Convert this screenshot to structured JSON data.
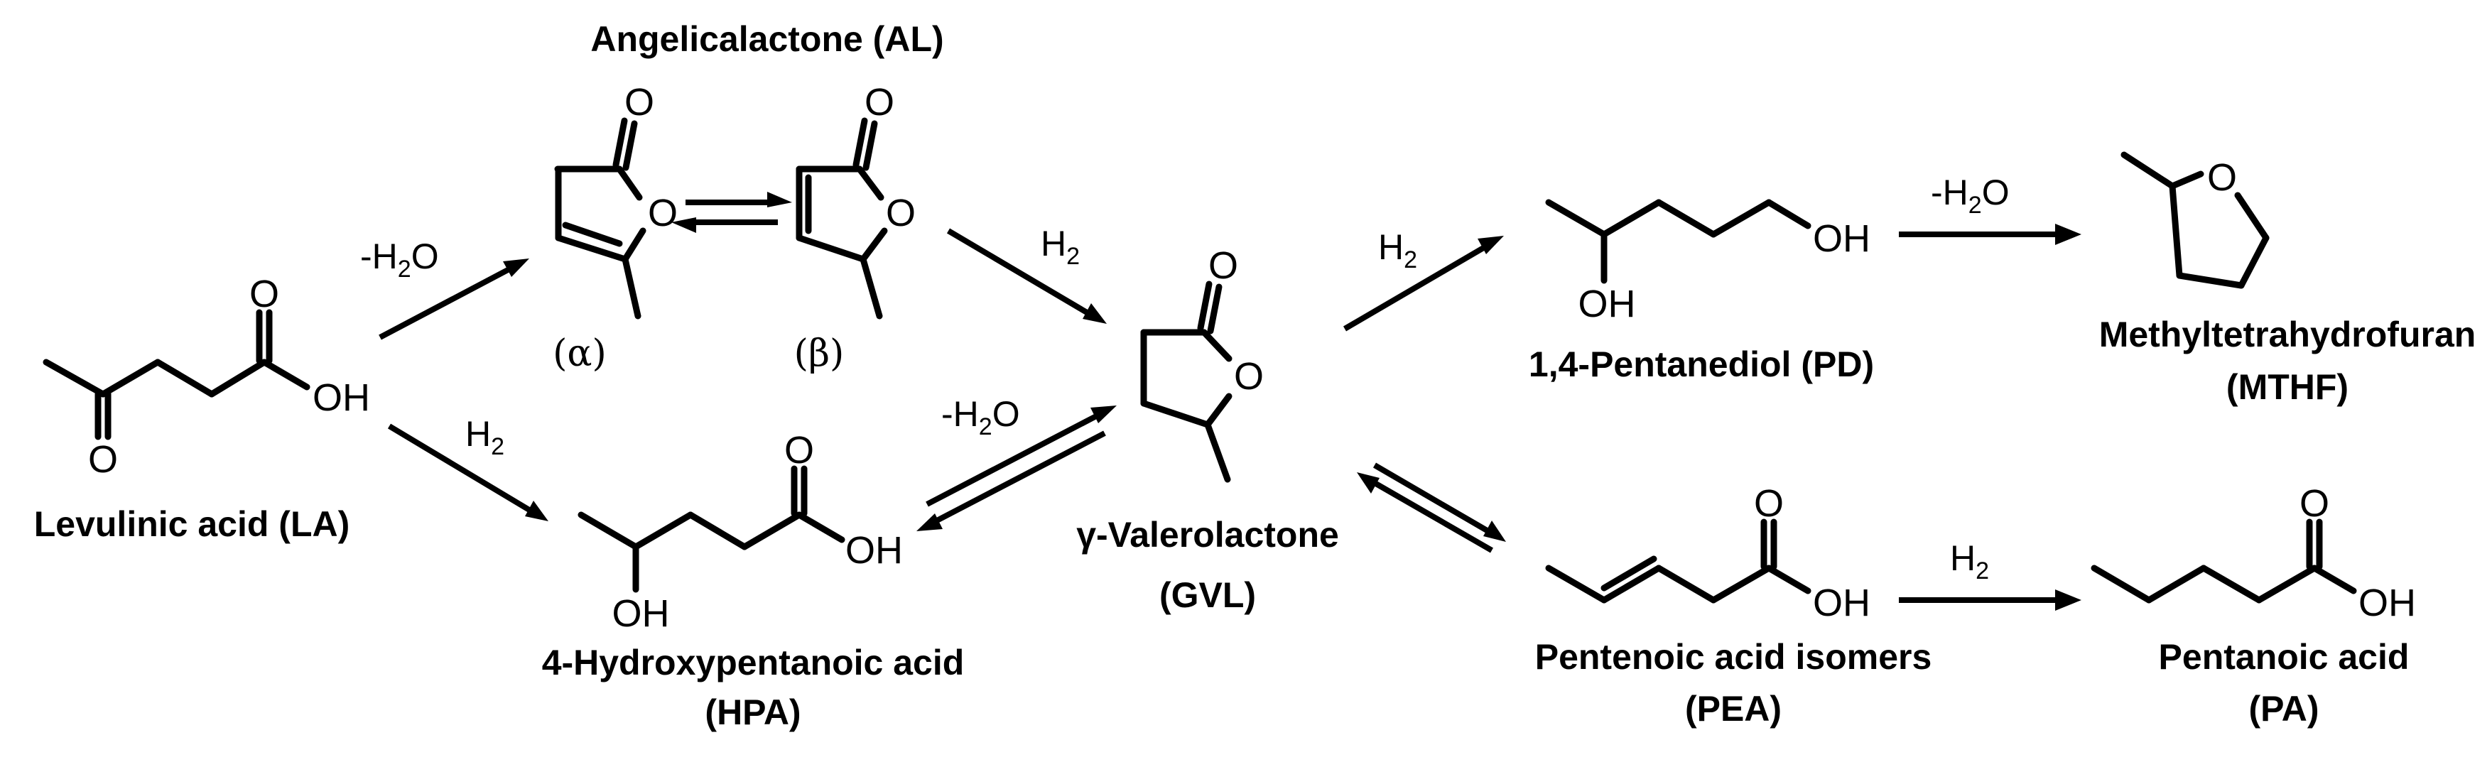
{
  "compounds": {
    "la": {
      "name": "Levulinic acid (LA)"
    },
    "al": {
      "name": "Angelicalactone (AL)",
      "alpha": "(α)",
      "beta": "(β)"
    },
    "hpa": {
      "name": "4-Hydroxypentanoic acid",
      "abbr": "(HPA)"
    },
    "gvl": {
      "name": "γ-Valerolactone",
      "abbr": "(GVL)"
    },
    "pd": {
      "name": "1,4-Pentanediol (PD)"
    },
    "mthf": {
      "name": "Methyltetrahydrofuran",
      "abbr": "(MTHF)"
    },
    "pea": {
      "name": "Pentenoic acid isomers",
      "abbr": "(PEA)"
    },
    "pa": {
      "name": "Pentanoic acid",
      "abbr": "(PA)"
    }
  },
  "atoms": {
    "o": "O",
    "oh": "OH",
    "h": "H",
    "two": "2"
  },
  "conditions": {
    "minus": "-",
    "h": "H",
    "o": "O",
    "two": "2"
  }
}
